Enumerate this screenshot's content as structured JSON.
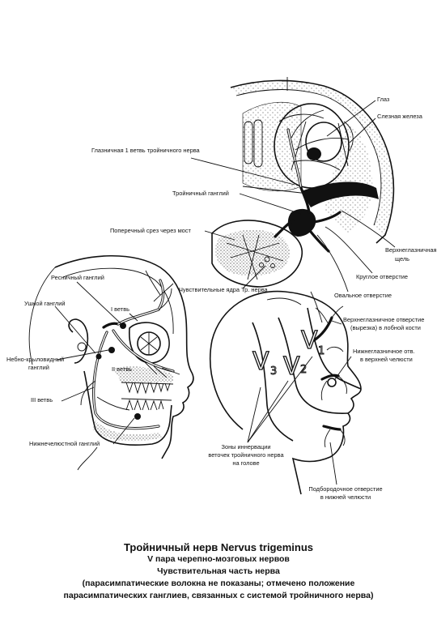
{
  "labels": {
    "eye": "Глаз",
    "lacrimal_gland": "Слезная железа",
    "ophthalmic_branch": "Глазничная 1 ветвь тройничного нерва",
    "trigeminal_ganglion": "Тройничный ганглий",
    "pons_section": "Поперечный срез через мост",
    "superior_orbital_fissure_1": "Верхнеглазничная",
    "superior_orbital_fissure_2": "щель",
    "foramen_rotundum": "Круглое отверстие",
    "foramen_ovale": "Овальное отверстие",
    "sensory_nuclei": "Чувствительные ядра Тр. нерва",
    "ciliary_ganglion": "Ресничный ганглий",
    "otic_ganglion": "Ушной ганглий",
    "branch_1": "I ветвь",
    "pterygopalatine_1": "Небно-крыловидный",
    "pterygopalatine_2": "ганглий",
    "branch_2": "II ветвь",
    "branch_3": "III ветвь",
    "submandibular_ganglion": "Нижнечелюстной ганглий",
    "supraorbital_1": "Верхнеглазничное отверстие",
    "supraorbital_2": "(вырезка) в лобной кости",
    "infraorbital_1": "Нижнеглазничное отв.",
    "infraorbital_2": "в верхней челюсти",
    "zones_1": "Зоны иннервации",
    "zones_2": "веточек тройничного нерва",
    "zones_3": "на голове",
    "mental_1": "Подбородочное отверстие",
    "mental_2": "в нижней челюсти",
    "v1": "V",
    "v1_sub": "1",
    "v2": "V",
    "v2_sub": "2",
    "v3": "V",
    "v3_sub": "3"
  },
  "caption": {
    "title": "Тройничный нерв Nervus trigeminus",
    "line1": "V пара черепно-мозговых нервов",
    "line2": "Чувствительная часть нерва",
    "line3": "(парасимпатические волокна не показаны; отмечено положение",
    "line4": "парасимпатических ганглиев, связанных с системой тройничного нерва)"
  }
}
